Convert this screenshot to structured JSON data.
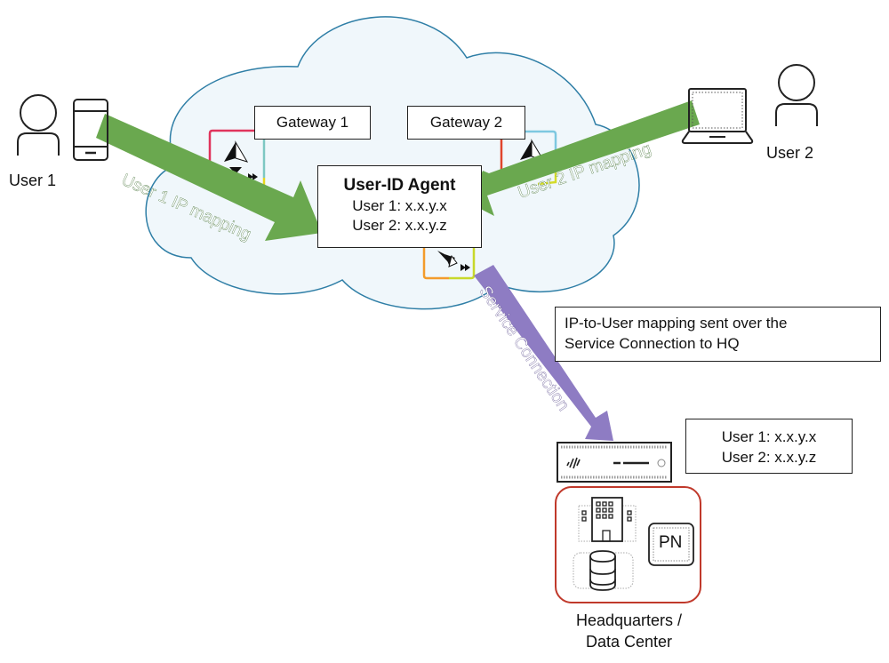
{
  "users": {
    "user1": {
      "label": "User 1",
      "device": "mobile-phone"
    },
    "user2": {
      "label": "User 2",
      "device": "laptop"
    }
  },
  "cloud": {
    "gateways": [
      {
        "label": "Gateway 1"
      },
      {
        "label": "Gateway 2"
      }
    ],
    "agent": {
      "title": "User-ID Agent",
      "mappings": [
        "User 1: x.x.y.x",
        "User 2: x.x.y.z"
      ]
    }
  },
  "arrows": {
    "user1_mapping": "User 1 IP mapping",
    "user2_mapping": "User 2 IP mapping",
    "service_connection": "Service Connection"
  },
  "note": {
    "line1": "IP-to-User mapping sent over the",
    "line2": "Service Connection to HQ"
  },
  "hq": {
    "firewall_mappings": [
      "User 1: x.x.y.x",
      "User 2: x.x.y.z"
    ],
    "pn_badge": "PN",
    "label_line1": "Headquarters /",
    "label_line2": "Data Center"
  },
  "colors": {
    "cloud_fill": "#f0f7fb",
    "cloud_stroke": "#2e7ea6",
    "green_arrow": "#6aa84f",
    "purple_arrow": "#8e7cc3",
    "hq_border": "#c0392b"
  }
}
